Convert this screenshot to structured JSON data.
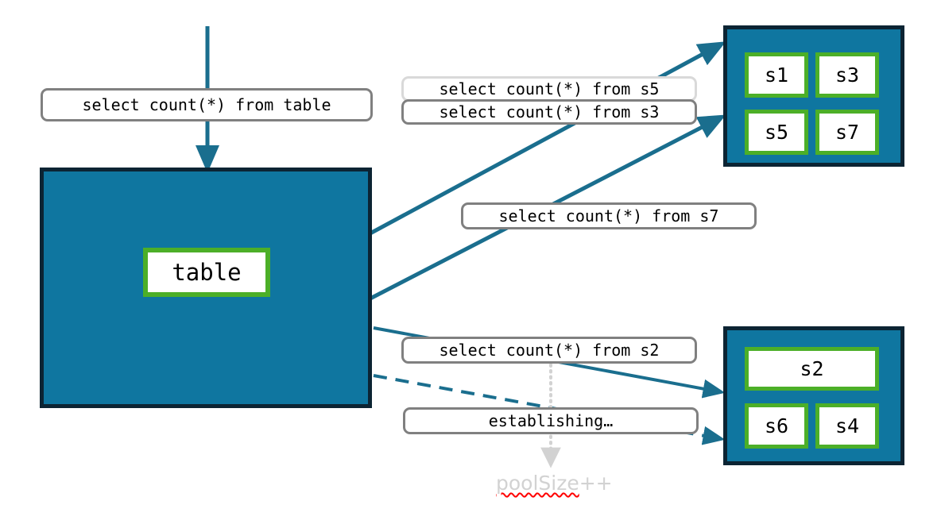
{
  "diagram": {
    "title": "connection pool query routing diagram",
    "colors": {
      "block_fill": "#0f76a0",
      "block_border": "#0c2433",
      "node_border": "#4caf28",
      "node_fill": "#ffffff",
      "arrow": "#1a6e8e",
      "label_border": "#808080",
      "label_border_light": "#d9d9d9",
      "dotted_arrow": "#d2d2d2",
      "pool_note_text": "#d2d2d2",
      "spellcheck_underline": "#ff0000"
    },
    "entry_label": {
      "text": "select count(*) from table"
    },
    "table_block": {
      "cell_label": "table"
    },
    "top_server_group": {
      "nodes": [
        "s1",
        "s3",
        "s5",
        "s7"
      ]
    },
    "bottom_server_group": {
      "nodes": [
        "s2",
        "s6",
        "s4"
      ]
    },
    "query_labels": [
      {
        "id": "s5",
        "text": "select count(*) from s5",
        "style": "light"
      },
      {
        "id": "s3",
        "text": "select count(*) from s3",
        "style": "normal"
      },
      {
        "id": "s7",
        "text": "select count(*) from s7",
        "style": "normal"
      },
      {
        "id": "s2",
        "text": "select count(*) from s2",
        "style": "normal"
      },
      {
        "id": "establishing",
        "text": "establishing…",
        "style": "normal"
      }
    ],
    "pool_note": {
      "misspelled_text": "poolSize",
      "suffix_text": "++"
    }
  }
}
